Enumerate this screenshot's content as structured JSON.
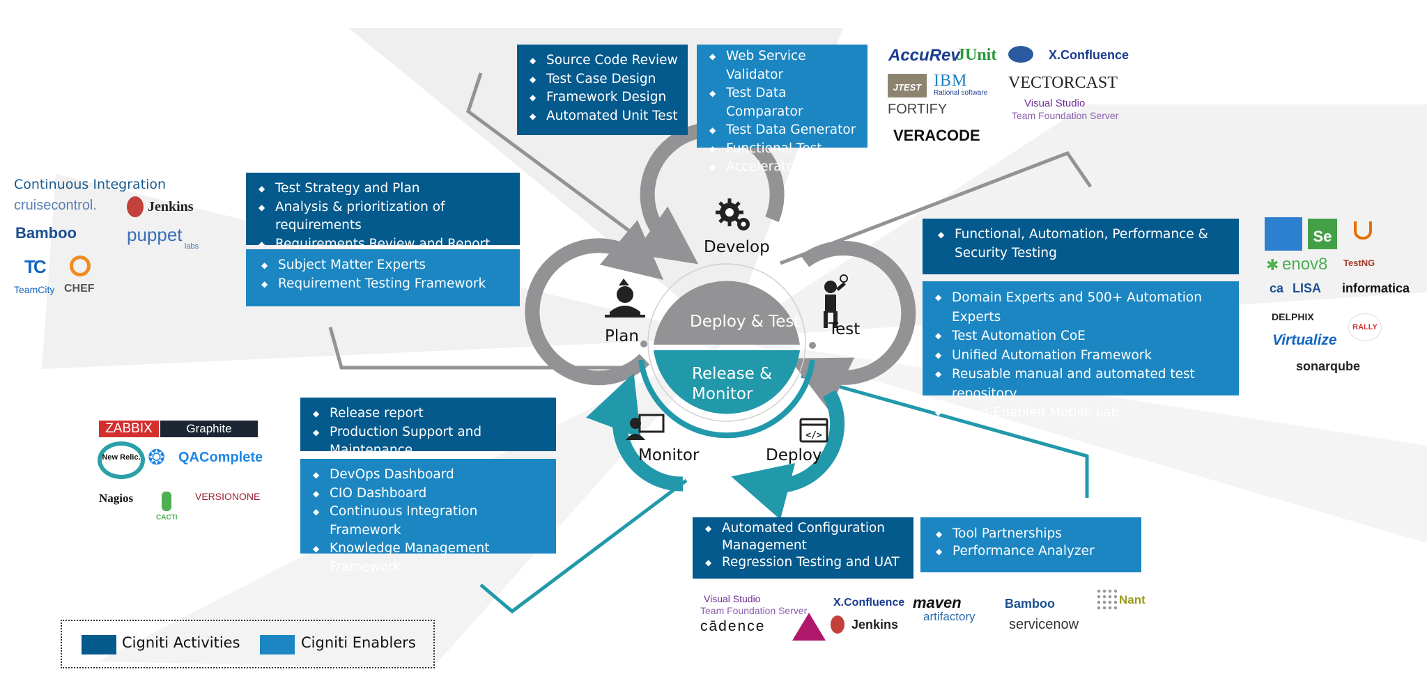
{
  "stages": {
    "develop": "Develop",
    "plan": "Plan",
    "test": "Test",
    "monitor": "Monitor",
    "deploy": "Deploy"
  },
  "center": {
    "top": "Deploy & Test",
    "bottom_line1": "Release &",
    "bottom_line2": "Monitor"
  },
  "develop_activities": [
    "Source Code Review",
    "Test Case Design",
    "Framework Design",
    "Automated Unit Test"
  ],
  "develop_enablers": [
    "Web Service Validator",
    "Test Data Comparator",
    "Test Data Generator",
    "Functional Test",
    "Accelerator"
  ],
  "plan_activities": [
    "Test Strategy and Plan",
    "Analysis & prioritization of requirements",
    "Requirements Review and Report"
  ],
  "plan_enablers": [
    "Subject Matter Experts",
    "Requirement Testing Framework"
  ],
  "test_activities": [
    "Functional, Automation, Performance & Security Testing"
  ],
  "test_enablers": [
    "Domain Experts and 500+ Automation Experts",
    "Test Automation CoE",
    "Unified Automation Framework",
    "Reusable manual and automated test repository",
    "Cloud-Enabled Mobile Lab"
  ],
  "monitor_activities": [
    "Release report",
    "Production Support and Maintenance"
  ],
  "monitor_enablers": [
    "DevOps Dashboard",
    "CIO Dashboard",
    "Continuous Integration Framework",
    "Knowledge Management Framework"
  ],
  "deploy_activities": [
    "Automated Configuration Management",
    "Regression Testing and UAT"
  ],
  "deploy_enablers": [
    "Tool Partnerships",
    "Performance Analyzer"
  ],
  "ci_title": "Continuous Integration",
  "logos": {
    "develop": {
      "accurev": "AccuRev",
      "junit": "JUnit",
      "xconfluence": "X.Confluence",
      "jtest": "JTEST",
      "ibm": "IBM",
      "rational": "Rational software",
      "vectorcast": "VECTORCAST",
      "fortify": "FORTIFY",
      "visual_studio": "Visual Studio",
      "tfs": "Team Foundation Server",
      "veracode": "VERACODE"
    },
    "plan": {
      "cruisecontrol": "cruisecontrol.",
      "jenkins": "Jenkins",
      "bamboo": "Bamboo",
      "puppet": "puppet",
      "puppet_sub": "labs",
      "tc": "TC",
      "teamcity": "TeamCity",
      "chef": "CHEF"
    },
    "test": {
      "se": "Se",
      "testng": "TestNG",
      "enov8": "enov8",
      "ca": "ca",
      "lisa": "LISA",
      "informatica": "informatica",
      "delphix": "DELPHIX",
      "rally": "RALLY",
      "virtualize": "Virtualize",
      "sonarqube": "sonarqube"
    },
    "monitor": {
      "zabbix": "ZABBIX",
      "graphite": "Graphite",
      "newrelic": "New Relic.",
      "qacomplete": "QAComplete",
      "nagios": "Nagios",
      "cacti": "CACTI",
      "versionone": "VERSIONONE"
    },
    "deploy": {
      "visual_studio": "Visual Studio",
      "tfs": "Team Foundation Server",
      "cadence": "cādence",
      "xconfluence": "X.Confluence",
      "maven": "maven",
      "artifactory": "artifactory",
      "bamboo": "Bamboo",
      "nant": "Nant",
      "jenkins": "Jenkins",
      "servicenow": "servicenow"
    }
  },
  "legend": {
    "activities": "Cigniti Activities",
    "enablers": "Cigniti Enablers"
  },
  "colors": {
    "dark_blue": "#045a8d",
    "light_blue": "#1b86c2",
    "gray": "#939395",
    "teal": "#2199ab"
  }
}
